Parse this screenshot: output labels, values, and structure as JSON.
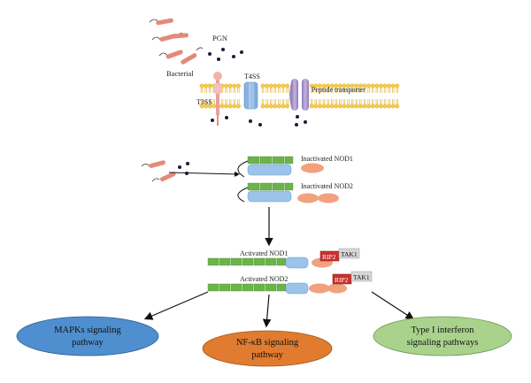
{
  "labels": {
    "bacterial": "Bacterial",
    "pgn": "PGN",
    "t4ss": "T4SS",
    "t3ss": "T3SS",
    "peptide_transporter": "Peptide transporter",
    "inactivated_nod1": "Inactivated NOD1",
    "inactivated_nod2": "Inactivated NOD2",
    "activated_nod1": "Activated NOD1",
    "activated_nod2": "Activated NOD2",
    "rip2": "RIP2",
    "tak1": "TAK1"
  },
  "outcomes": {
    "mapk": {
      "line1": "MAPKs signaling",
      "line2": "pathway"
    },
    "nfkb": {
      "line1": "NF-κB signaling",
      "line2": "pathway"
    },
    "ifn": {
      "line1": "Type I interferon",
      "line2": "signaling pathways"
    }
  },
  "colors": {
    "membrane_head": "#f2cc4a",
    "membrane_tail": "#e7b73a",
    "bacterium": "#e48a79",
    "lrr_segment": "#6cb34b",
    "nacht_domain": "#9cc3ea",
    "card_domain": "#f2a17f",
    "rip2_box": "#c8312d",
    "tak1_box": "#d7d7d7",
    "mapk_oval": "#4f8fcf",
    "nfkb_oval": "#e07b2f",
    "ifn_oval": "#a9d38c",
    "pgn_dot": "#1a1d3a",
    "arrow": "#111111"
  }
}
